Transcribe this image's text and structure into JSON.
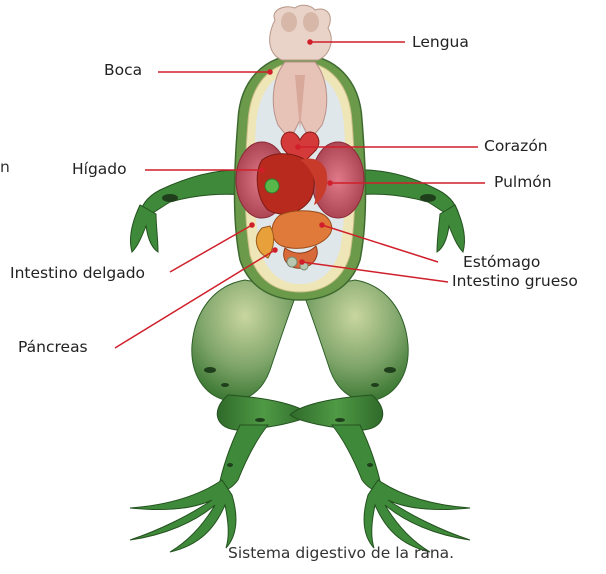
{
  "edge_fragment": "n",
  "labels": {
    "lengua": "Lengua",
    "boca": "Boca",
    "corazon": "Corazón",
    "higado": "Hígado",
    "pulmon": "Pulmón",
    "estomago": "Estómago",
    "intestino_delgado": "Intestino delgado",
    "intestino_grueso": "Intestino grueso",
    "pancreas": "Páncreas"
  },
  "caption": "Sistema digestivo de la rana.",
  "colors": {
    "leader_line": "#d01f2a",
    "skin_green": "#3f8a3a",
    "skin_dark": "#2f6a2a",
    "belly_cream": "#efe6b8",
    "organ_pink": "#e7c2b7",
    "liver_red": "#b82a1e",
    "lung_pink": "#c85a6a"
  }
}
